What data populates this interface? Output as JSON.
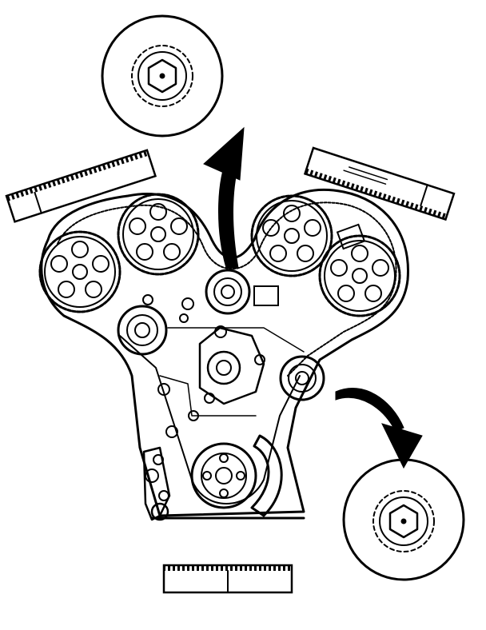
{
  "diagram": {
    "kind": "engine-timing-belt-illustration",
    "colors": {
      "ink": "#000000",
      "paper": "#ffffff"
    },
    "components": {
      "detail_views": 2,
      "belt_strips": 3,
      "arrows": 2,
      "camshaft_sprockets": 4,
      "idler_pulleys": 3,
      "crankshaft_sprocket": 1
    }
  }
}
